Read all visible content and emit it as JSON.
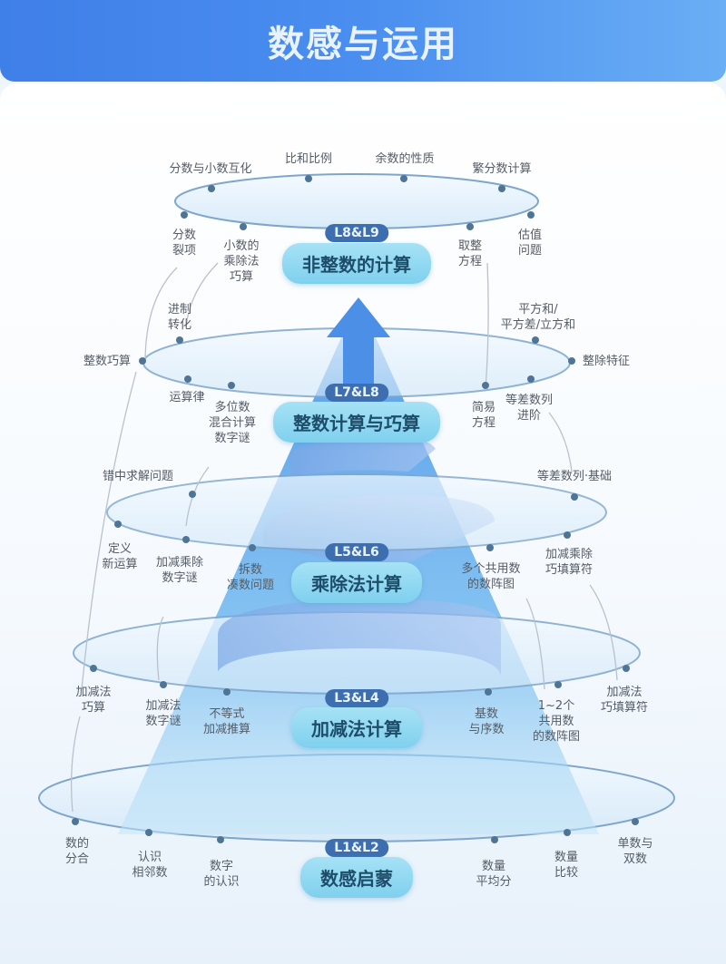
{
  "header": {
    "title": "数感与运用"
  },
  "colors": {
    "header_blue": "#3f7fe8",
    "badge": "#3d6fb0",
    "pill": "#8fd8f1",
    "tower": "#5aa5ea"
  },
  "levels": [
    {
      "badge": "L8&L9",
      "title": "非整数的计算",
      "topics": [
        "分数与小数互化",
        "比和比例",
        "余数的性质",
        "繁分数计算",
        "分数裂项",
        "小数的乘除法巧算",
        "取整方程",
        "估值问题"
      ]
    },
    {
      "badge": "L7&L8",
      "title": "整数计算与巧算",
      "topics": [
        "进制转化",
        "平方和/平方差/立方和",
        "整数巧算",
        "整除特征",
        "运算律",
        "多位数混合计算数字谜",
        "简易方程",
        "等差数列进阶"
      ]
    },
    {
      "badge": "L5&L6",
      "title": "乘除法计算",
      "topics": [
        "错中求解问题",
        "等差数列·基础",
        "定义新运算",
        "加减乘除数字谜",
        "拆数凑数问题",
        "多个共用数的数阵图",
        "加减乘除巧填算符"
      ]
    },
    {
      "badge": "L3&L4",
      "title": "加减法计算",
      "topics": [
        "加减法巧算",
        "加减法数字谜",
        "不等式加减推算",
        "基数与序数",
        "1~2个共用数的数阵图",
        "加减法巧填算符"
      ]
    },
    {
      "badge": "L1&L2",
      "title": "数感启蒙",
      "topics": [
        "数的分合",
        "认识相邻数",
        "数字的认识",
        "数量平均分",
        "数量比较",
        "单数与双数"
      ]
    }
  ],
  "labels": {
    "l9_1": "分数与小数互化",
    "l9_2": "比和比例",
    "l9_3": "余数的性质",
    "l9_4": "繁分数计算",
    "l9_5a": "分数",
    "l9_5b": "裂项",
    "l9_6a": "小数的",
    "l9_6b": "乘除法",
    "l9_6c": "巧算",
    "l9_7a": "取整",
    "l9_7b": "方程",
    "l9_8a": "估值",
    "l9_8b": "问题",
    "l7_1a": "进制",
    "l7_1b": "转化",
    "l7_2a": "平方和/",
    "l7_2b": "平方差/立方和",
    "l7_3": "整数巧算",
    "l7_4": "整除特征",
    "l7_5": "运算律",
    "l7_6a": "多位数",
    "l7_6b": "混合计算",
    "l7_6c": "数字谜",
    "l7_7a": "简易",
    "l7_7b": "方程",
    "l7_8a": "等差数列",
    "l7_8b": "进阶",
    "l5_1": "错中求解问题",
    "l5_2": "等差数列·基础",
    "l5_3a": "定义",
    "l5_3b": "新运算",
    "l5_4a": "加减乘除",
    "l5_4b": "数字谜",
    "l5_5a": "拆数",
    "l5_5b": "凑数问题",
    "l5_6a": "多个共用数",
    "l5_6b": "的数阵图",
    "l5_7a": "加减乘除",
    "l5_7b": "巧填算符",
    "l3_1a": "加减法",
    "l3_1b": "巧算",
    "l3_2a": "加减法",
    "l3_2b": "数字谜",
    "l3_3a": "不等式",
    "l3_3b": "加减推算",
    "l3_4a": "基数",
    "l3_4b": "与序数",
    "l3_5a": "1~2个",
    "l3_5b": "共用数",
    "l3_5c": "的数阵图",
    "l3_6a": "加减法",
    "l3_6b": "巧填算符",
    "l1_1a": "数的",
    "l1_1b": "分合",
    "l1_2a": "认识",
    "l1_2b": "相邻数",
    "l1_3a": "数字",
    "l1_3b": "的认识",
    "l1_4a": "数量",
    "l1_4b": "平均分",
    "l1_5a": "数量",
    "l1_5b": "比较",
    "l1_6a": "单数与",
    "l1_6b": "双数"
  }
}
